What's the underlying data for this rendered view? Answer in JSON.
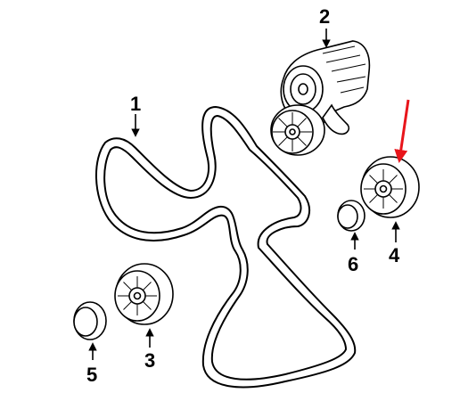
{
  "callouts": {
    "c1": "1",
    "c2": "2",
    "c3": "3",
    "c4": "4",
    "c5": "5",
    "c6": "6"
  },
  "highlight_color": "#e8151b",
  "line_color": "#000000"
}
